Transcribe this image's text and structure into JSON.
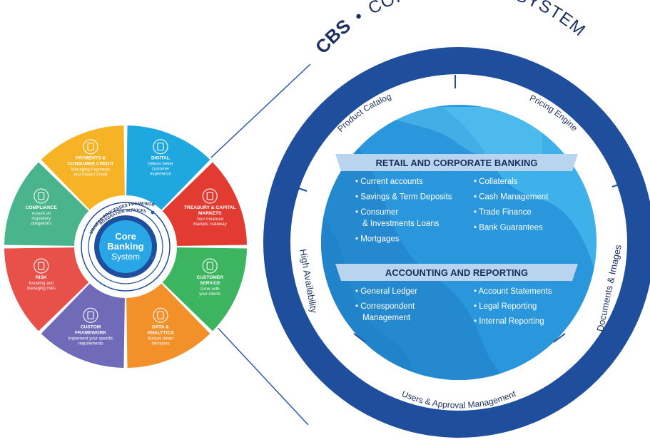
{
  "header": {
    "abbr": "CBS",
    "separator": "•",
    "title": "CORE BANKING SYSTEM"
  },
  "big_circle": {
    "ring_title": "CLIENT INFORMATION SYSTEM",
    "segments": {
      "product_catalog": "Product Catalog",
      "pricing_engine": "Pricing Engine",
      "high_availability": "High Availability",
      "documents_images": "Documents & Images",
      "users_approval": "Users & Approval Management"
    },
    "sections": [
      {
        "title": "RETAIL AND CORPORATE BANKING",
        "left_items": [
          "• Current accounts",
          "• Savings & Term Deposits",
          "• Consumer",
          "& Investments Loans",
          "• Mortgages"
        ],
        "right_items": [
          "• Collaterals",
          "• Cash Management",
          "• Trade Finance",
          "• Bank Guarantees"
        ]
      },
      {
        "title": "ACCOUNTING AND REPORTING",
        "left_items": [
          "• General Ledger",
          "• Correspondent",
          "Management"
        ],
        "right_items": [
          "• Account Statements",
          "• Legal Reporting",
          "• Internal Reporting"
        ]
      }
    ]
  },
  "wheel": {
    "center": {
      "line1": "Core",
      "line2": "Banking",
      "line3": "System"
    },
    "inner_ring_1": "BUSINESS PROCESSES FRAMEWORK",
    "inner_ring_2": "INTEGRATION SERVICES",
    "segments": [
      {
        "key": "digital",
        "title": [
          "DIGITAL"
        ],
        "desc": [
          "Deliver better",
          "customer",
          "experience"
        ],
        "color": "#1fa8e0",
        "icon": "tablet-icon"
      },
      {
        "key": "treasury",
        "title": [
          "TREASURY & CAPITAL",
          "MARKETS"
        ],
        "desc": [
          "Your Financial",
          "Markets Gateway"
        ],
        "color": "#e23b32",
        "icon": "currency-cycle-icon"
      },
      {
        "key": "customer_service",
        "title": [
          "CUSTOMER",
          "SERVICE"
        ],
        "desc": [
          "Grow with",
          "your clients"
        ],
        "color": "#3db560",
        "icon": "people-icon"
      },
      {
        "key": "data_analytics",
        "title": [
          "DATA &",
          "ANALYTICS"
        ],
        "desc": [
          "Nurture better",
          "decisions"
        ],
        "color": "#f2902a",
        "icon": "bar-chart-icon"
      },
      {
        "key": "custom_framework",
        "title": [
          "CUSTOM",
          "FRAMEWORK"
        ],
        "desc": [
          "Implement your specific",
          "requirements"
        ],
        "color": "#6f6bb8",
        "icon": "gears-icon"
      },
      {
        "key": "risk",
        "title": [
          "RISK"
        ],
        "desc": [
          "Knowing and",
          "managing risks"
        ],
        "color": "#e8504a",
        "icon": "shield-alert-icon"
      },
      {
        "key": "compliance",
        "title": [
          "COMPLIANCE"
        ],
        "desc": [
          "Assure all",
          "regulatory",
          "obligations"
        ],
        "color": "#49b48e",
        "icon": "document-check-icon"
      },
      {
        "key": "payments",
        "title": [
          "PAYMENTS &",
          "CONSUMER CREDIT"
        ],
        "desc": [
          "Managing Payments",
          "and Instant Credit"
        ],
        "color": "#f6b326",
        "icon": "invoice-icon"
      }
    ]
  },
  "colors": {
    "navy": "#1f4e9c",
    "light_blue": "#29a6e6",
    "band": "#b9d4ee",
    "dark_text": "#1b2f5e"
  }
}
